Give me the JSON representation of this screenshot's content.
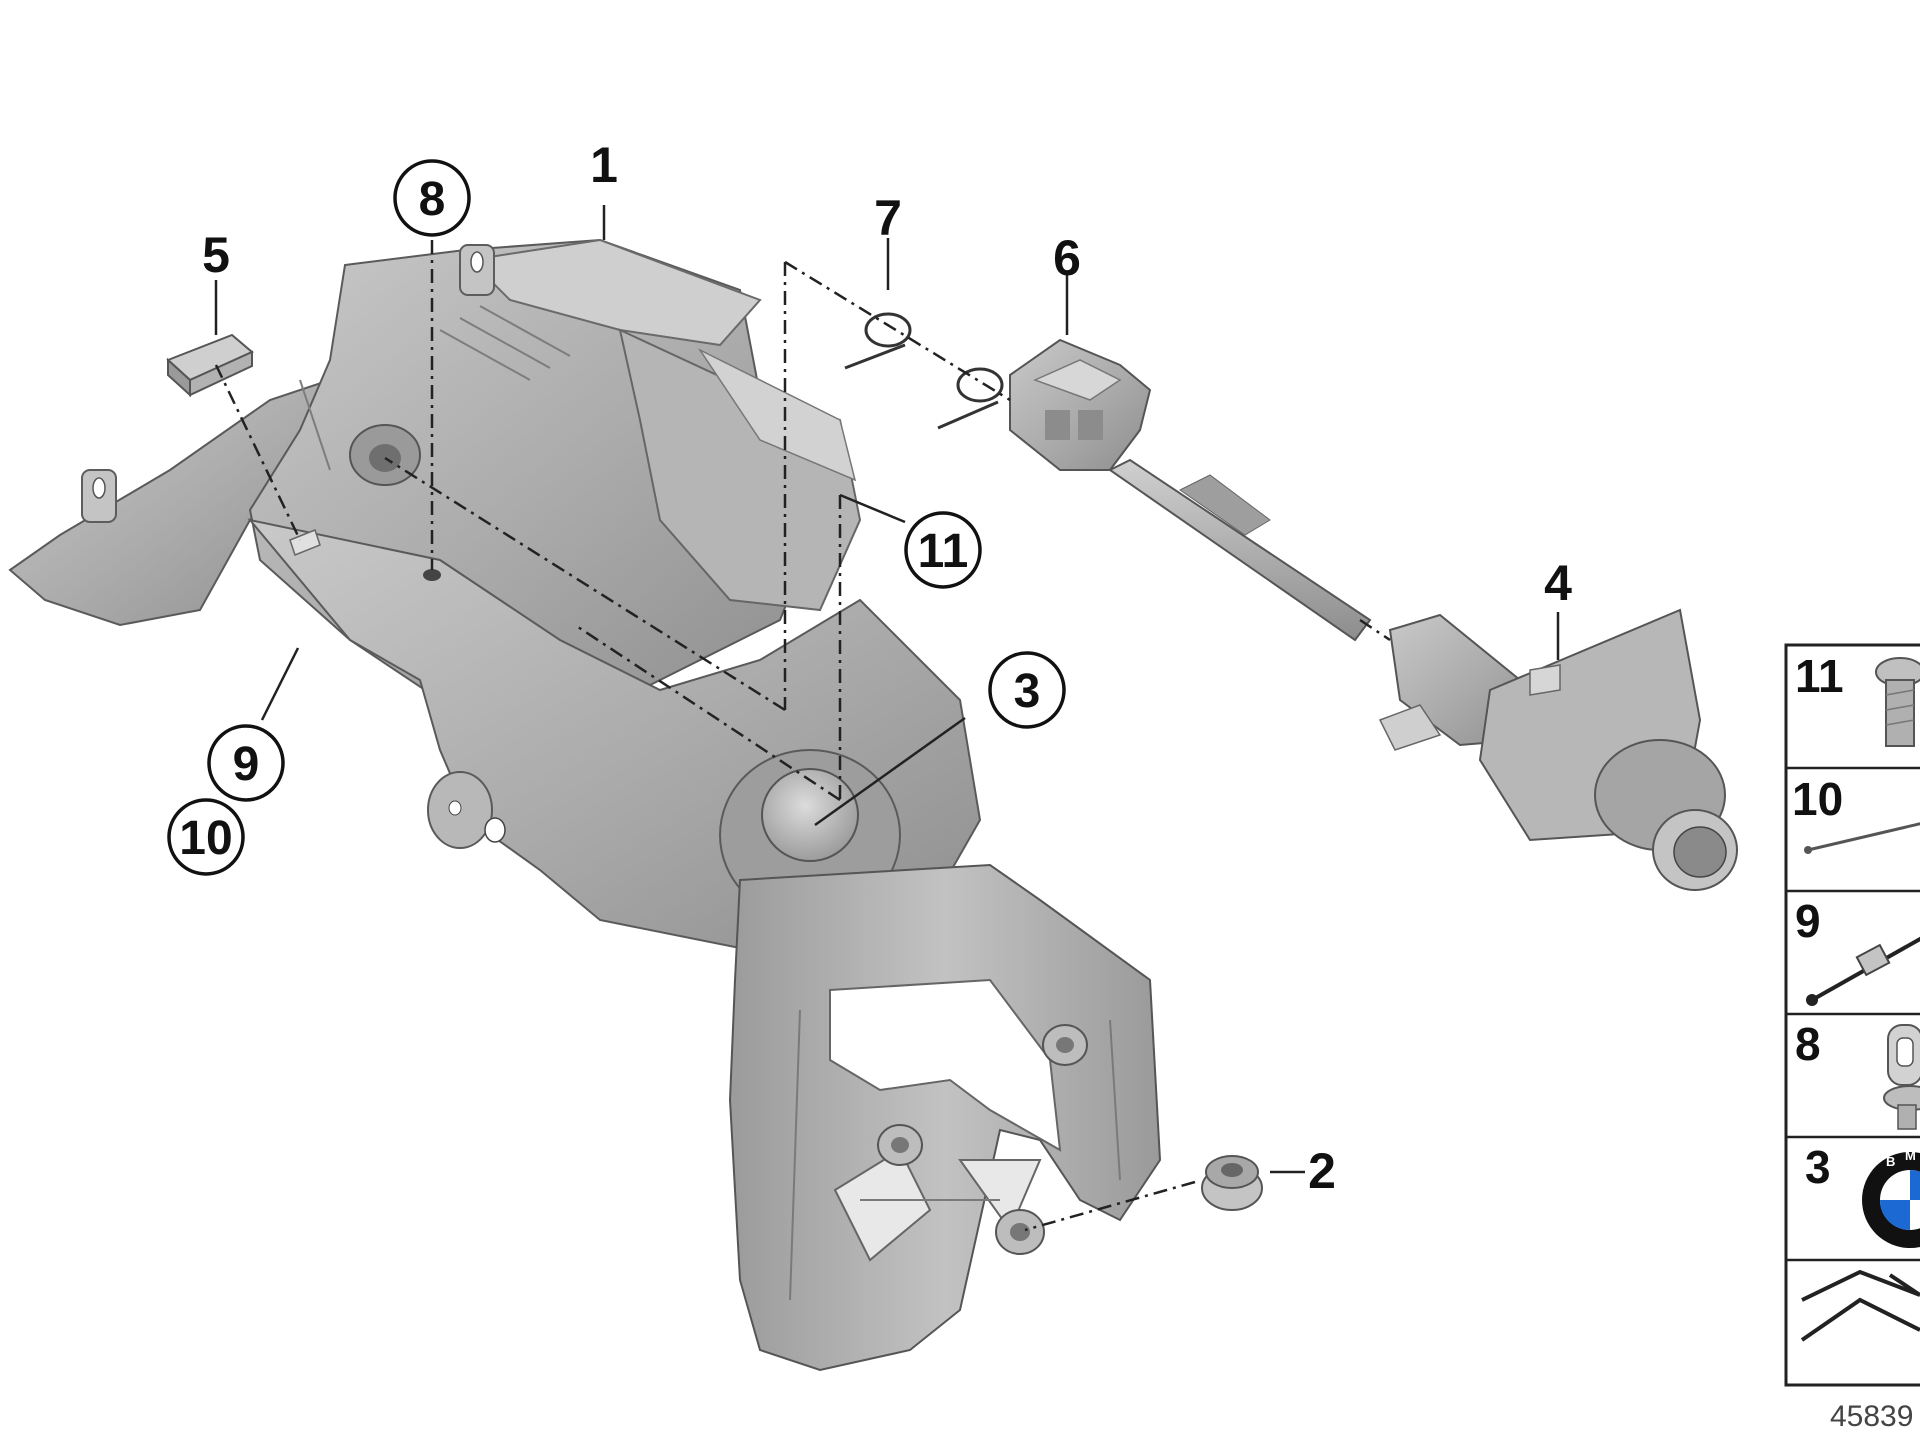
{
  "callouts": {
    "c1": "1",
    "c2": "2",
    "c3": "3",
    "c4": "4",
    "c5": "5",
    "c6": "6",
    "c7": "7",
    "c8": "8",
    "c9": "9",
    "c10": "10",
    "c11": "11"
  },
  "legend": {
    "items": [
      "11",
      "10",
      "9",
      "8",
      "3"
    ]
  },
  "diagram_id": "45839",
  "colors": {
    "part_fill": "#a9a9a9",
    "part_light": "#c6c6c6",
    "part_dark": "#8a8a8a",
    "line": "#222222"
  }
}
